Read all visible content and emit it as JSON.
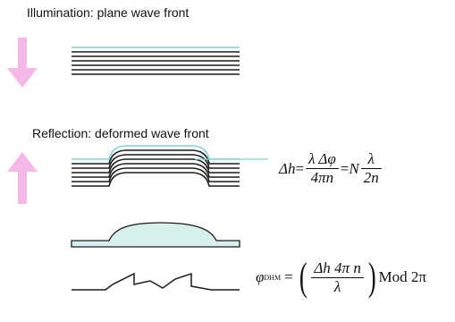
{
  "labels": {
    "illumination": "Illumination: plane wave front",
    "reflection": "Reflection: deformed wave front"
  },
  "colors": {
    "arrow": "#f4b8e6",
    "surface_fill": "#d7f0ee",
    "surface_stroke": "#1b1b1b",
    "accent_line": "#7fd4d4"
  },
  "equation1": {
    "lhs": "Δh",
    "eq": "=",
    "frac1_num": "λ Δφ",
    "frac1_den": "4πn",
    "eq2": "=",
    "mult": "N",
    "frac2_num": "λ",
    "frac2_den": "2n"
  },
  "equation2": {
    "phi": "φ",
    "sub": "DHM",
    "eq": "=",
    "frac_num": "Δh 4π n",
    "frac_den": "λ",
    "mod": "Mod 2π"
  }
}
